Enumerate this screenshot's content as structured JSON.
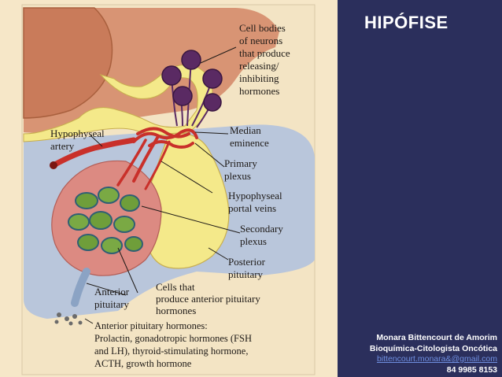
{
  "slide": {
    "title": "HIPÓFISE",
    "author": "Monara Bittencourt de Amorim",
    "role": "Bioquímica-Citologista Oncótica",
    "email": "bittencourt.monara&@gmail.com",
    "phone": "84 9985 8153"
  },
  "diagram": {
    "labels": {
      "cell_bodies": [
        "Cell bodies",
        "of neurons",
        "that produce",
        "releasing/",
        "inhibiting",
        "hormones"
      ],
      "hypophyseal_artery": [
        "Hypophyseal",
        "artery"
      ],
      "median_eminence": [
        "Median",
        "eminence"
      ],
      "primary_plexus": [
        "Primary",
        "plexus"
      ],
      "portal_veins": [
        "Hypophyseal",
        "portal veins"
      ],
      "secondary_plexus": [
        "Secondary",
        "plexus"
      ],
      "posterior_pituitary": [
        "Posterior",
        "pituitary"
      ],
      "anterior_pituitary": [
        "Anterior",
        "pituitary"
      ],
      "cells_that": [
        "Cells that",
        "produce anterior pituitary",
        "hormones"
      ],
      "hormones": [
        "Anterior pituitary hormones:",
        "Prolactin, gonadotropic hormones (FSH",
        "and LH), thyroid-stimulating hormone,",
        "ACTH, growth hormone"
      ]
    },
    "colors": {
      "background": "#f6e7c8",
      "hypothalamus": "#d89474",
      "posterior": "#f4e98a",
      "anterior": "#dc8a82",
      "vessels": "#c9302a",
      "neurons": "#5a2a63",
      "cells": "#6f9e3a",
      "pale_blue": "#b9c6db"
    }
  }
}
